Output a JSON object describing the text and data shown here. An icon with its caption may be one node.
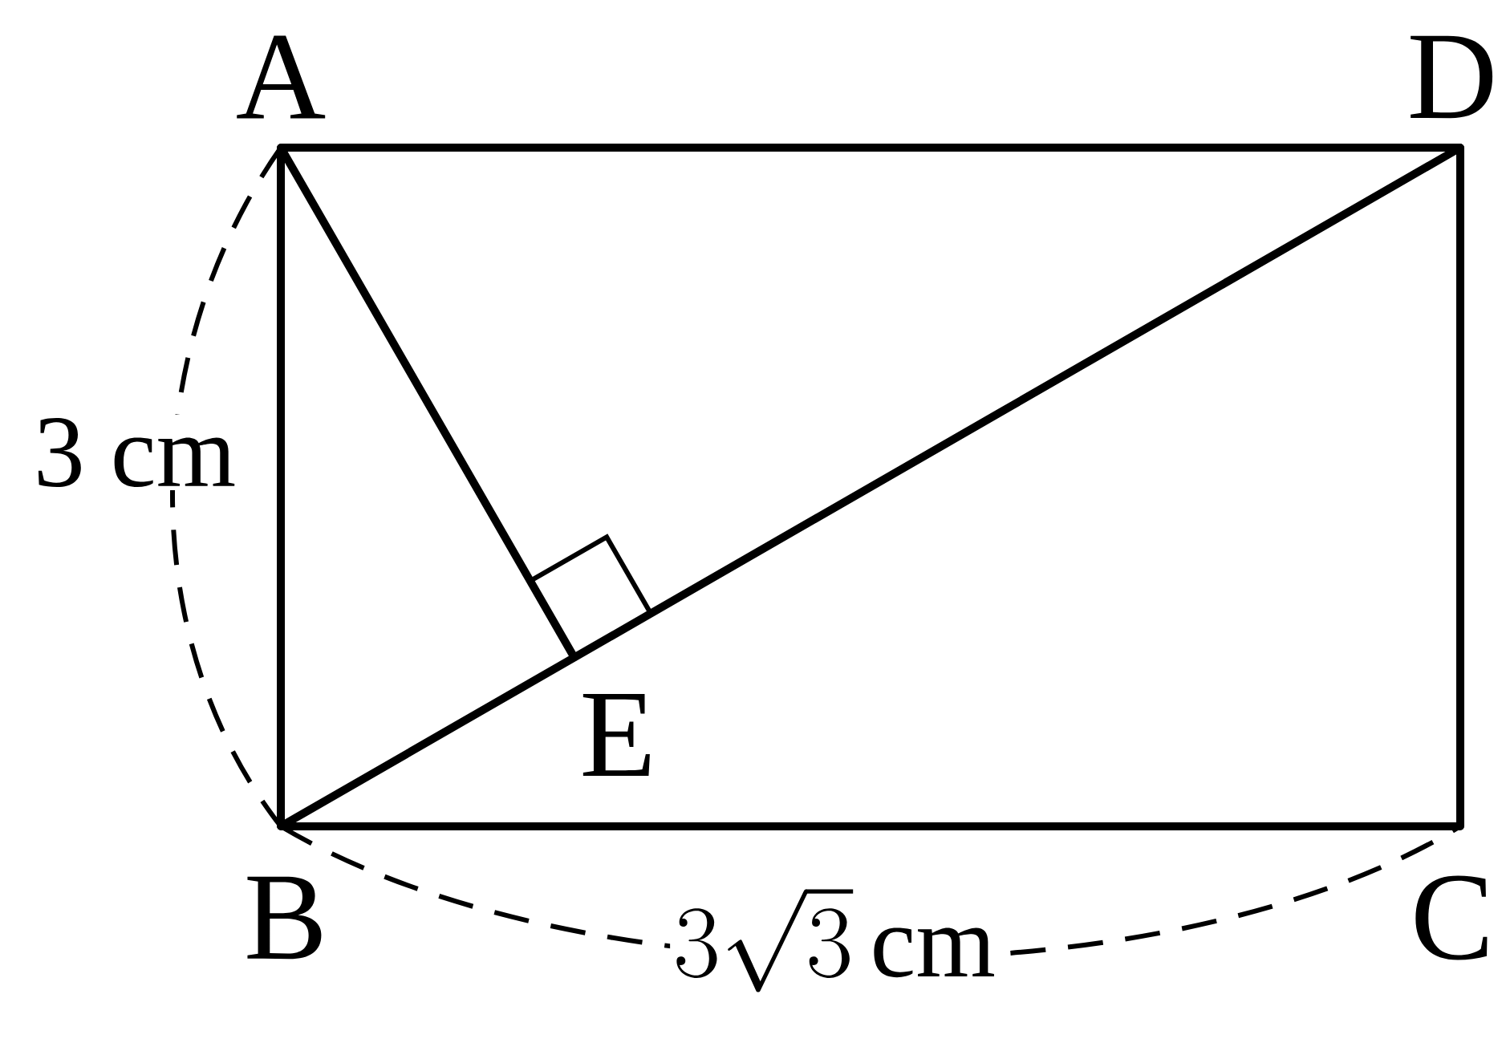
{
  "diagram": {
    "nodes": [
      {
        "text": [
          "A"
        ]
      },
      {
        "text": [
          "B"
        ]
      },
      {
        "text": [
          "C"
        ]
      },
      {
        "text": [
          "D"
        ]
      },
      {
        "text": [
          "E"
        ]
      }
    ],
    "edges": [
      {
        "from": 0,
        "to": 3,
        "arrow": "none"
      },
      {
        "from": 0,
        "to": 1,
        "arrow": "none"
      },
      {
        "from": 1,
        "to": 2,
        "arrow": "none"
      },
      {
        "from": 3,
        "to": 2,
        "arrow": "none"
      },
      {
        "from": 1,
        "to": 3,
        "arrow": "none"
      },
      {
        "from": 0,
        "to": 4,
        "arrow": "none"
      }
    ],
    "labels": [
      "3 cm",
      "3\\sqrt{3}\\,\\mathrm{cm}"
    ]
  }
}
